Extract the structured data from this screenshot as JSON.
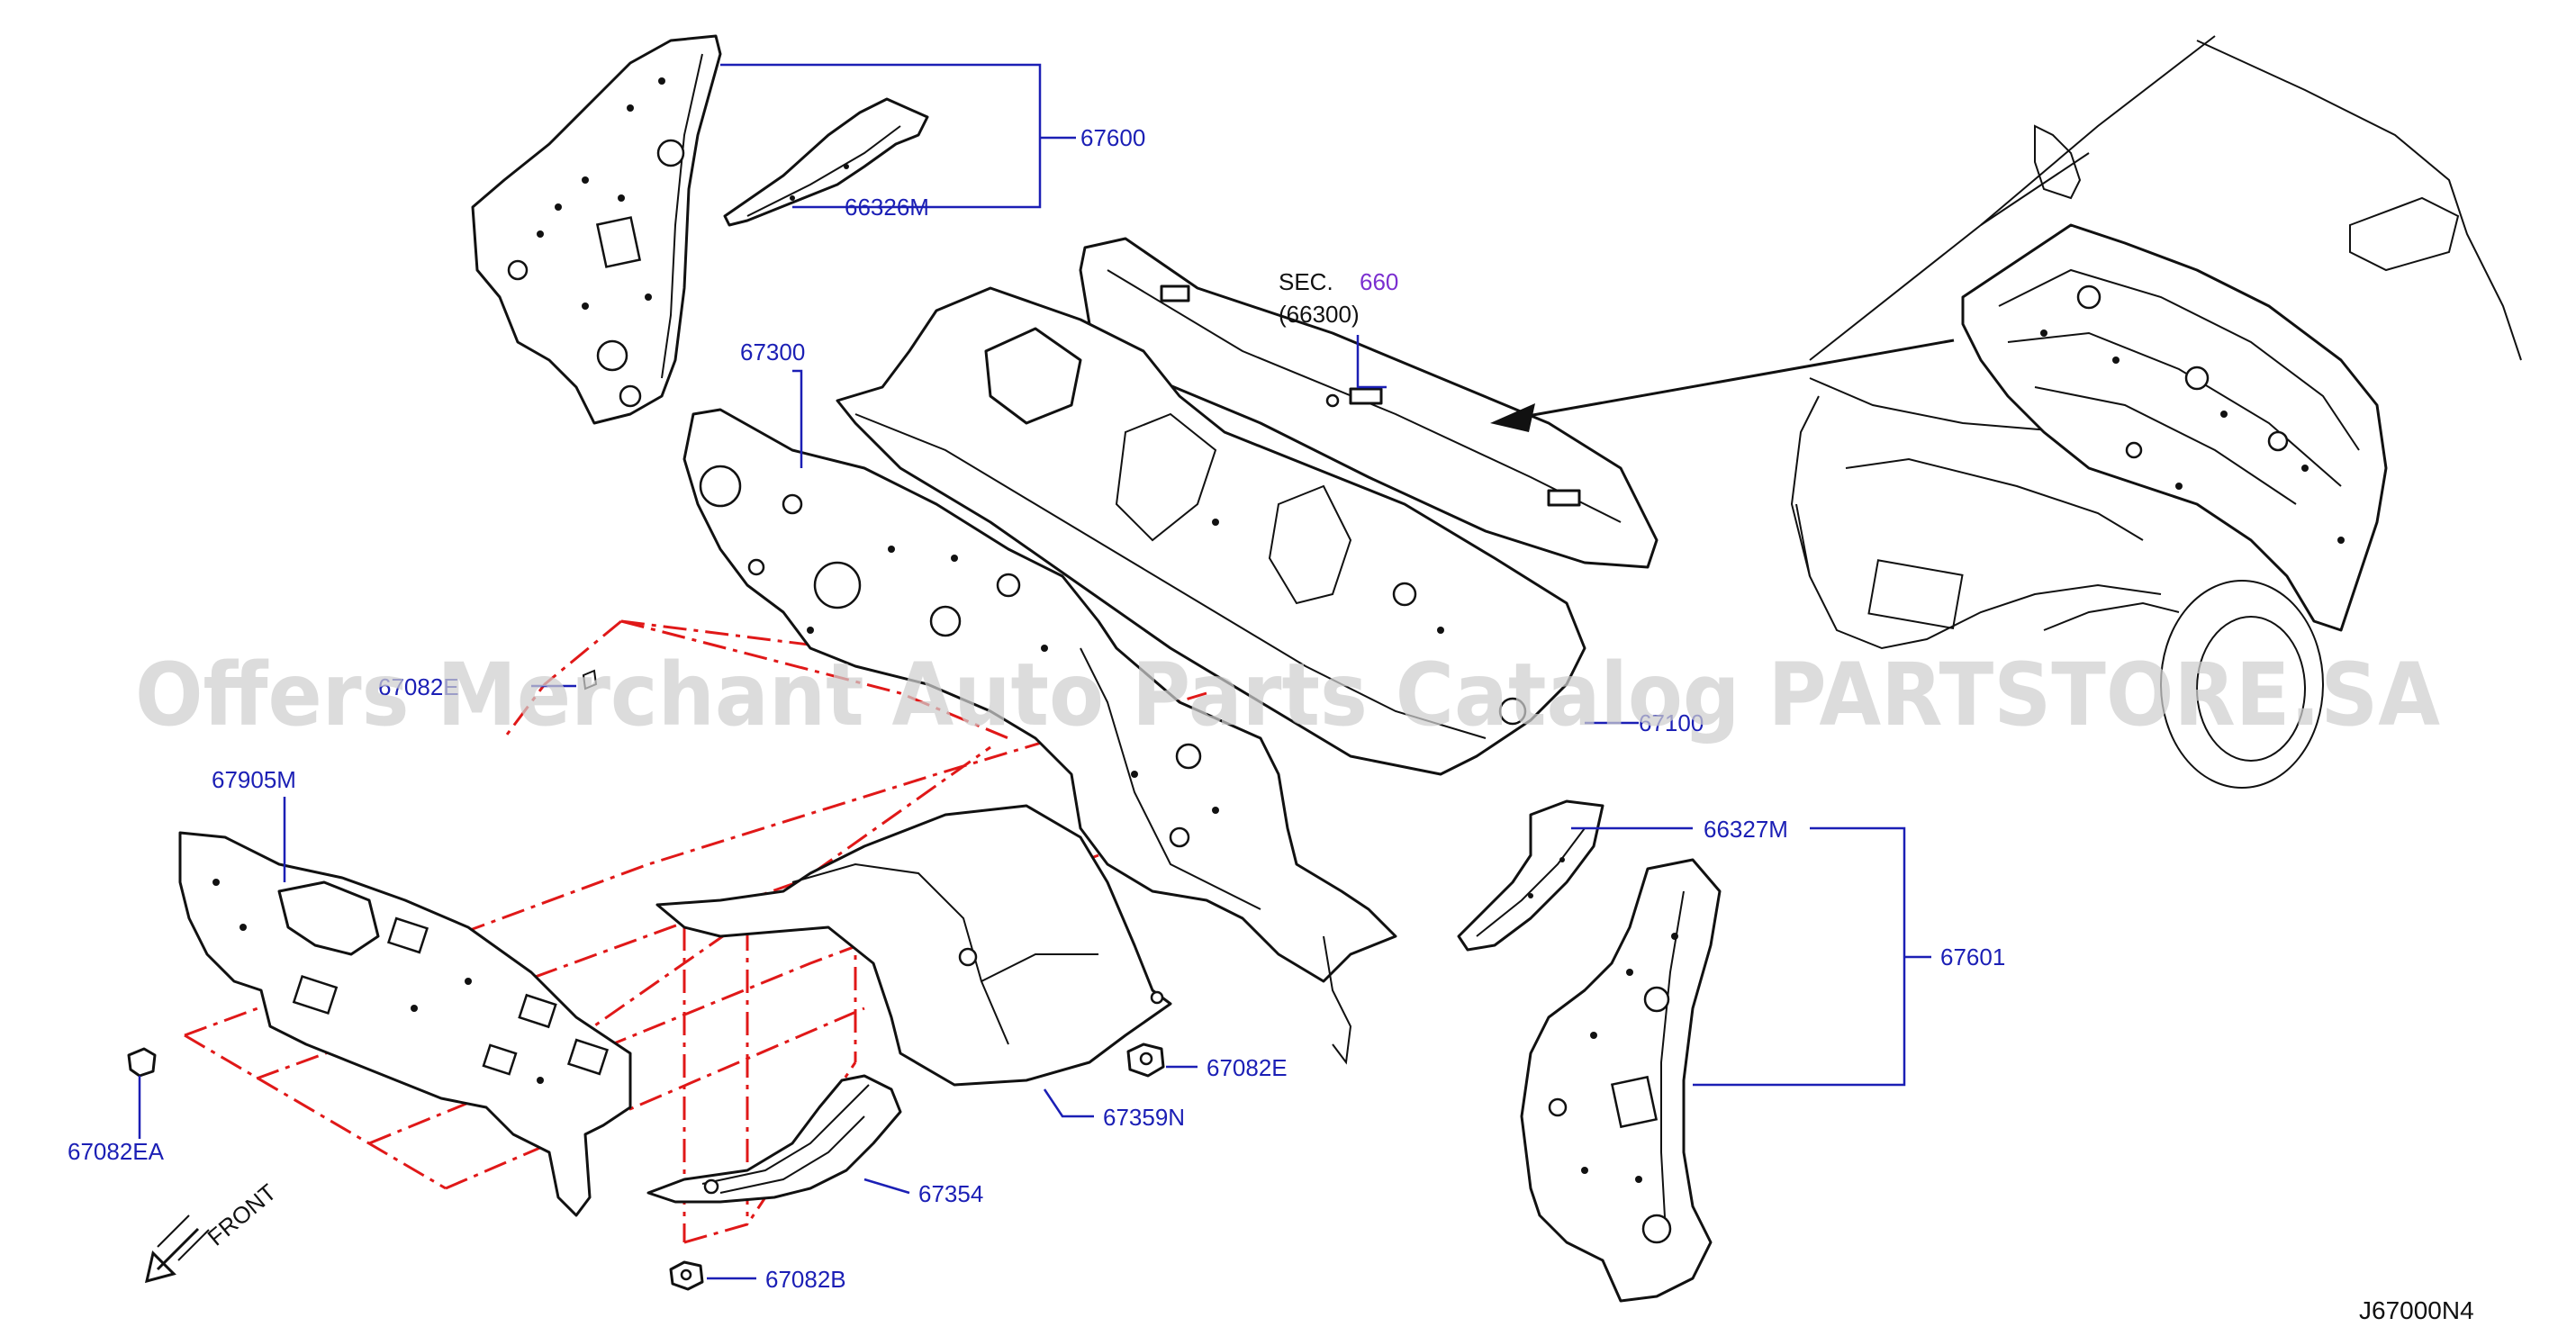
{
  "diagram_code": "J67000N4",
  "watermark": "Offers Merchant Auto Parts Catalog PARTSTORE.SA",
  "front_label": "FRONT",
  "section_ref": {
    "prefix": "SEC.",
    "number": "660",
    "sub": "(66300)"
  },
  "labels": {
    "p67600": "67600",
    "p66326M": "66326M",
    "p67300": "67300",
    "p67082E_hidden": "67082E",
    "p67100": "67100",
    "p67905M": "67905M",
    "p66327M": "66327M",
    "p67601": "67601",
    "p67082E": "67082E",
    "p67359N": "67359N",
    "p67082EA": "67082EA",
    "p67354": "67354",
    "p67082B": "67082B"
  },
  "colors": {
    "label_blue": "#1b1fb5",
    "section_purple": "#7b2fd0",
    "dash_red": "#e01818",
    "line_black": "#111111",
    "watermark_grey": "#cfcfcf"
  }
}
